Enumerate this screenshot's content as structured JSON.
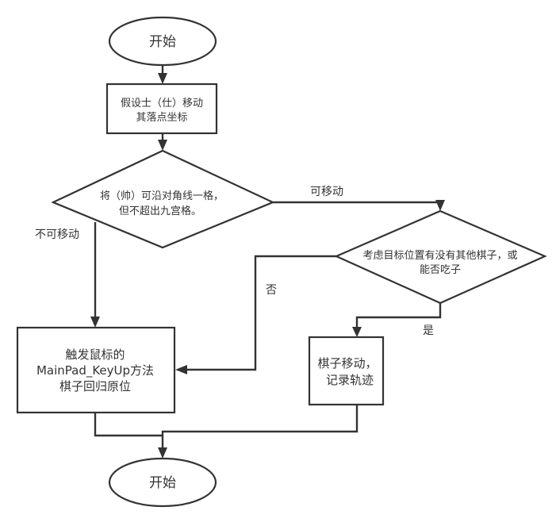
{
  "diagram": {
    "type": "flowchart",
    "nodes": {
      "start": {
        "shape": "terminal",
        "label": "开始"
      },
      "assume_move": {
        "shape": "process",
        "lines": [
          "假设士（仕）移动",
          "其落点坐标"
        ]
      },
      "check_diagonal": {
        "shape": "decision",
        "lines": [
          "将（帅）可沿对角线一格，",
          "但不超出九宫格。"
        ]
      },
      "check_target": {
        "shape": "decision",
        "lines": [
          "考虑目标位置有没有其他棋子，或",
          "能否吃子"
        ]
      },
      "reset_piece": {
        "shape": "process",
        "lines": [
          "触发鼠标的",
          "MainPad_KeyUp方法",
          "棋子回归原位"
        ]
      },
      "do_move": {
        "shape": "process",
        "lines": [
          "棋子移动，",
          "记录轨迹"
        ]
      },
      "end": {
        "shape": "terminal",
        "label": "开始"
      }
    },
    "edges": {
      "movable": {
        "from": "check_diagonal",
        "to": "check_target",
        "label": "可移动"
      },
      "not_movable": {
        "from": "check_diagonal",
        "to": "reset_piece",
        "label": "不可移动"
      },
      "no": {
        "from": "check_target",
        "to": "reset_piece",
        "label": "否"
      },
      "yes": {
        "from": "check_target",
        "to": "do_move",
        "label": "是"
      }
    },
    "colors": {
      "stroke": "#333333",
      "fill": "#ffffff",
      "text": "#333333"
    }
  }
}
